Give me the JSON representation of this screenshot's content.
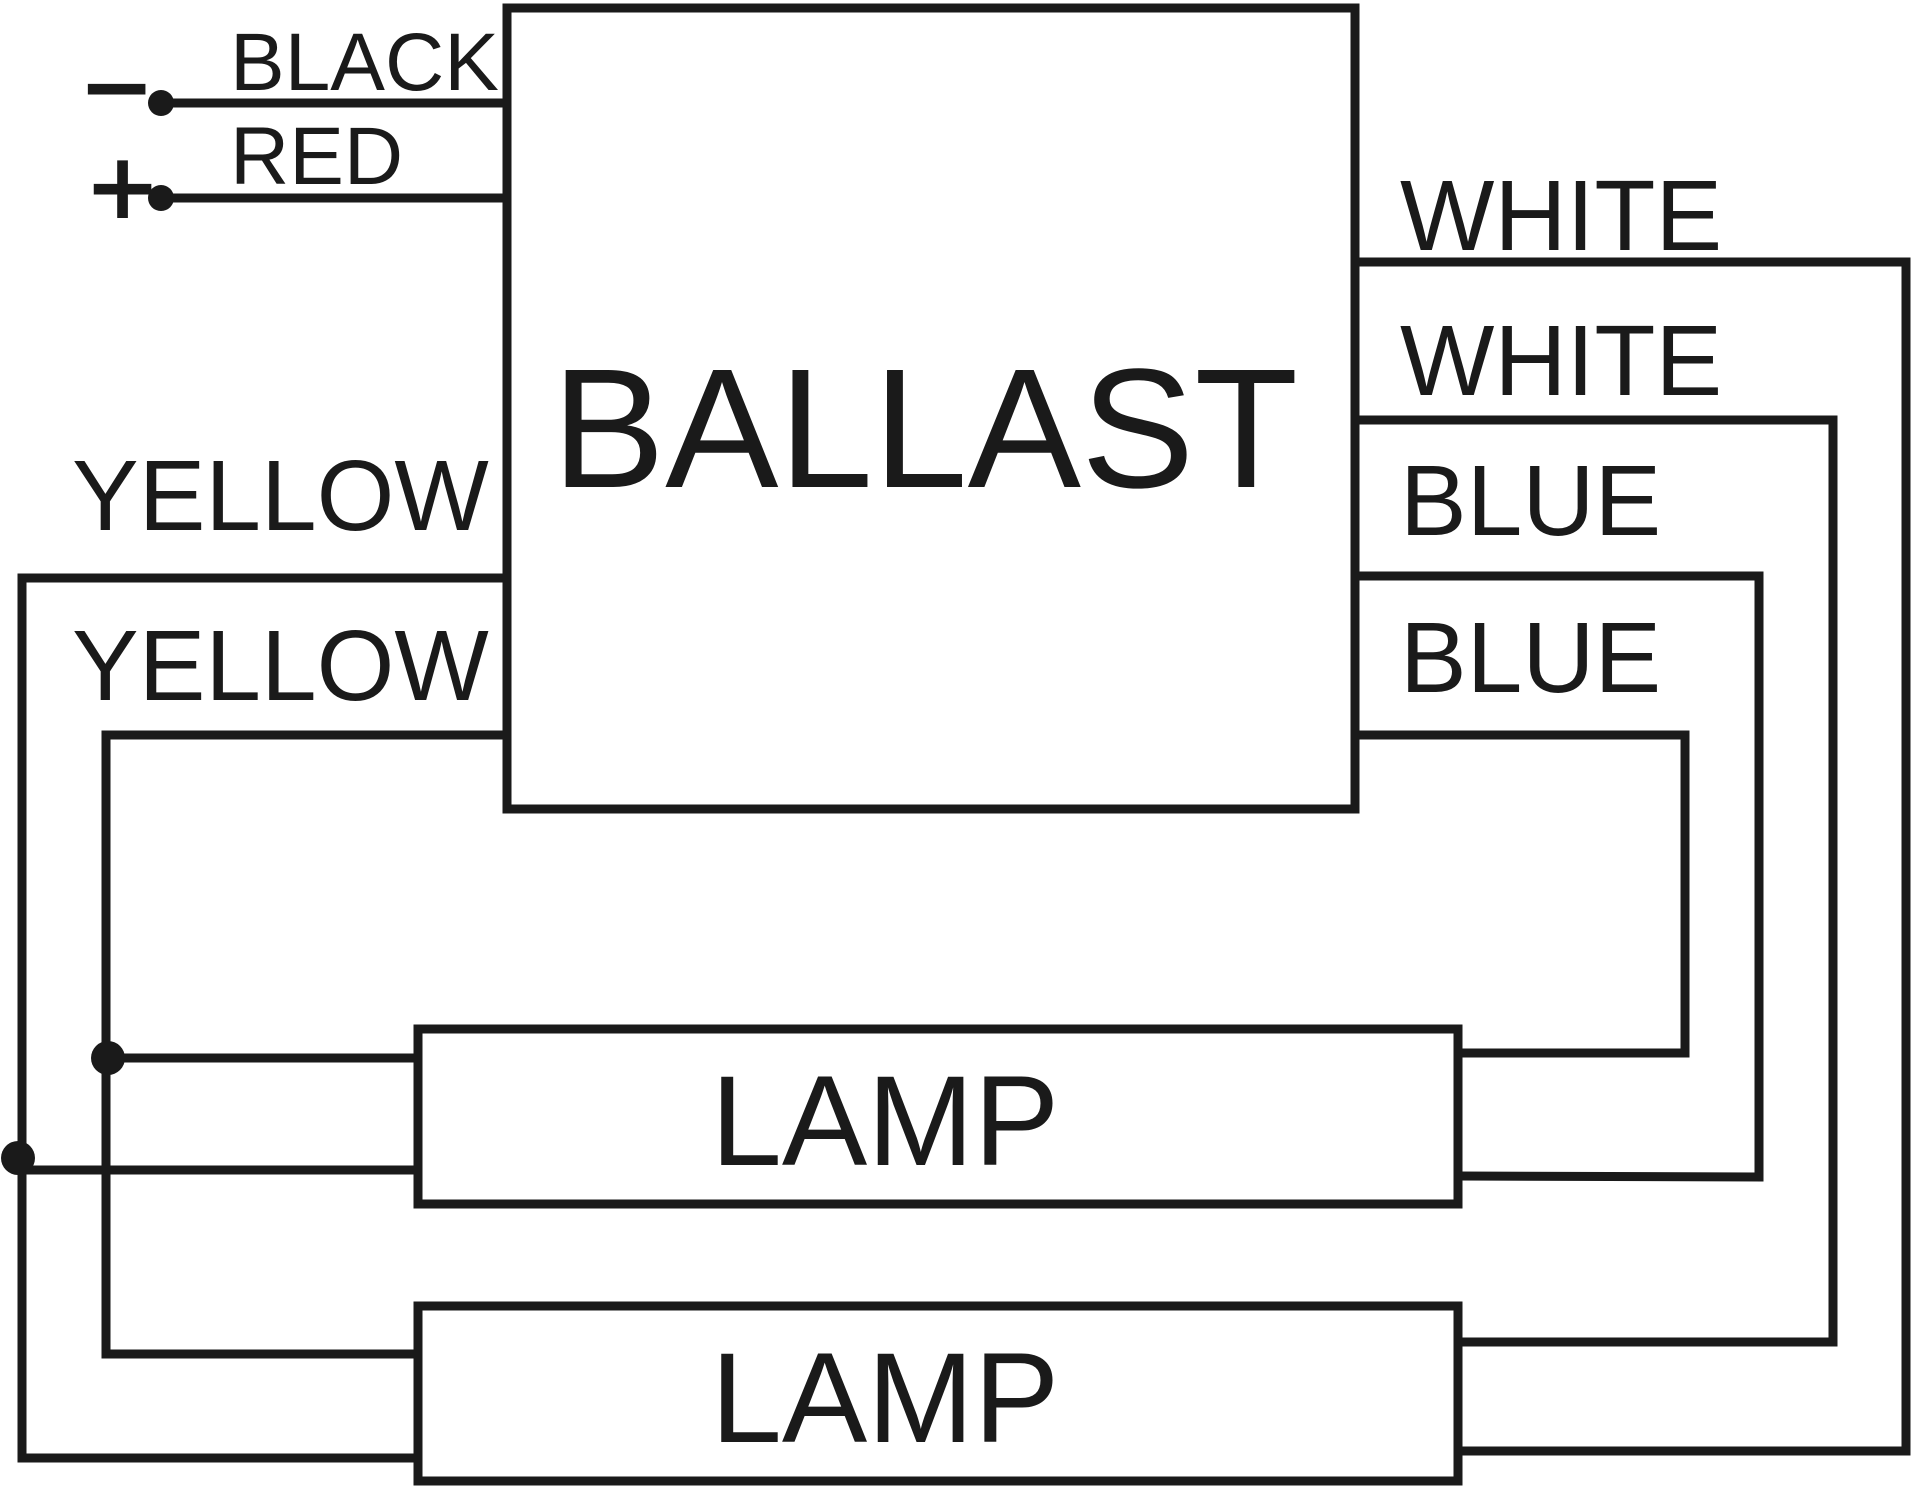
{
  "ballast": {
    "label": "BALLAST"
  },
  "lamps": [
    {
      "label": "LAMP"
    },
    {
      "label": "LAMP"
    }
  ],
  "inputs": {
    "negative": {
      "sign": "−",
      "wire": "BLACK"
    },
    "positive": {
      "sign": "+",
      "wire": "RED"
    }
  },
  "left_wires": [
    "YELLOW",
    "YELLOW"
  ],
  "right_wires": [
    "WHITE",
    "WHITE",
    "BLUE",
    "BLUE"
  ],
  "colors": {
    "line": "#1a1a1a",
    "background": "#ffffff"
  }
}
